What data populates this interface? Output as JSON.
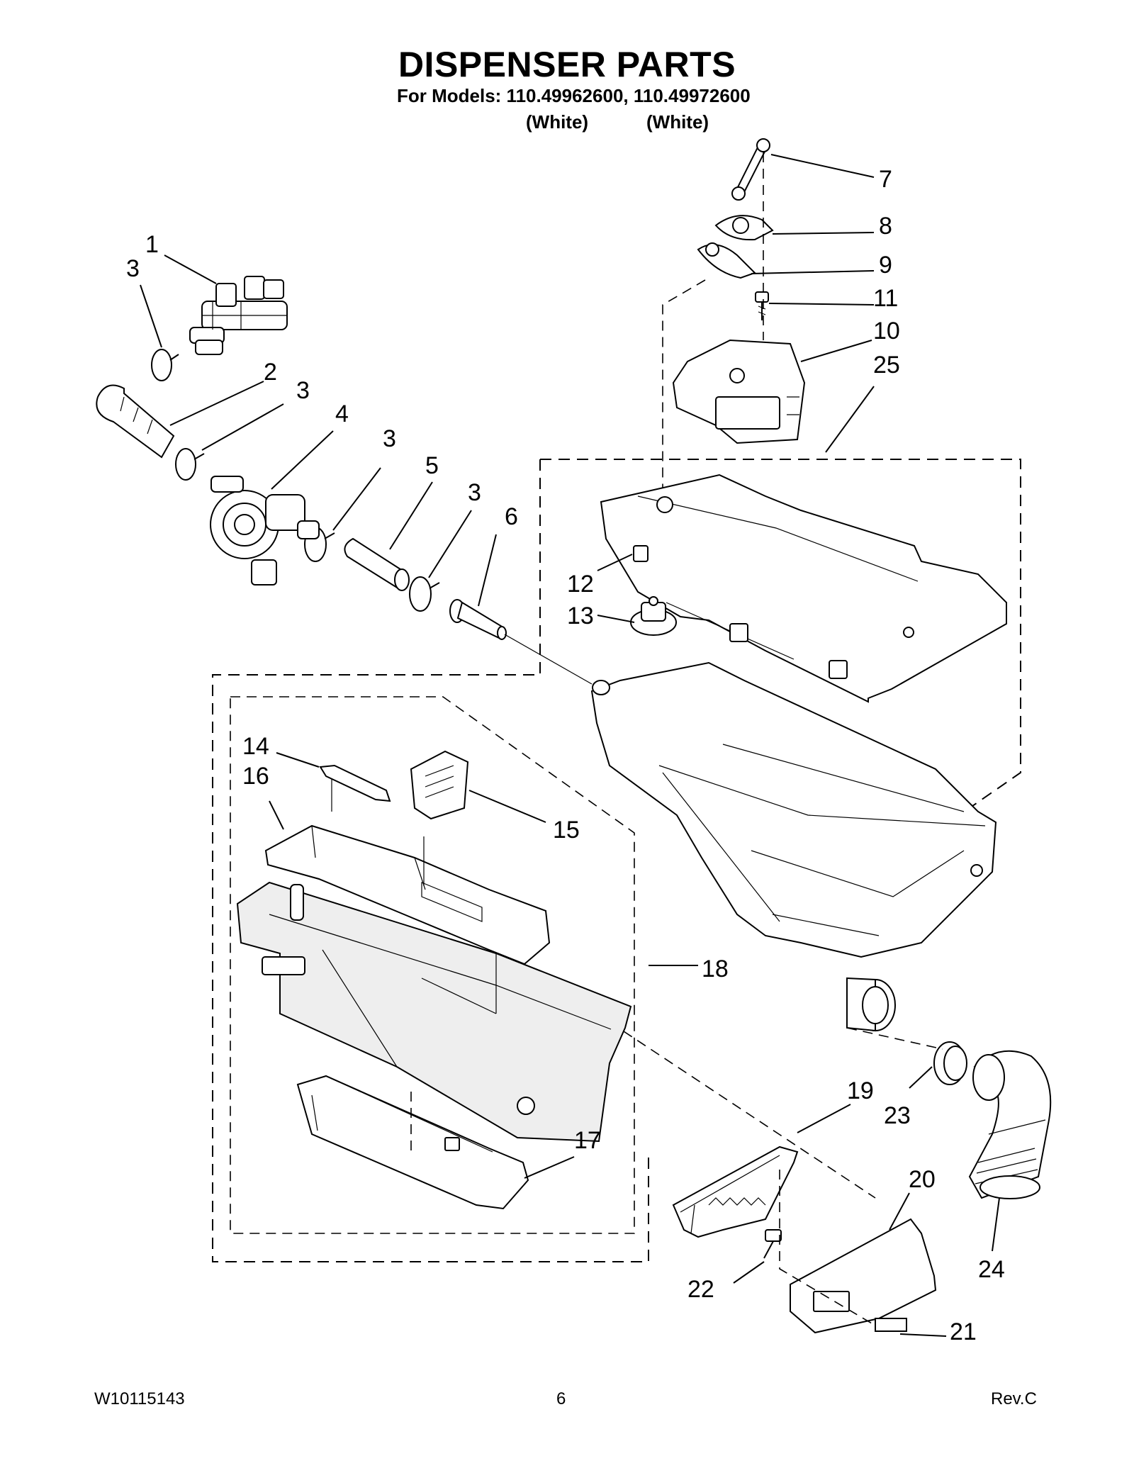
{
  "header": {
    "title": "DISPENSER PARTS",
    "models_line": "For Models: 110.49962600, 110.49972600",
    "variant_1": "(White)",
    "variant_2": "(White)"
  },
  "callouts": [
    "1",
    "2",
    "3",
    "3",
    "3",
    "3",
    "4",
    "5",
    "6",
    "7",
    "8",
    "9",
    "10",
    "11",
    "12",
    "13",
    "14",
    "15",
    "16",
    "17",
    "18",
    "19",
    "20",
    "21",
    "22",
    "23",
    "24",
    "25"
  ],
  "footer": {
    "doc_number": "W10115143",
    "page_number": "6",
    "revision": "Rev.C"
  }
}
